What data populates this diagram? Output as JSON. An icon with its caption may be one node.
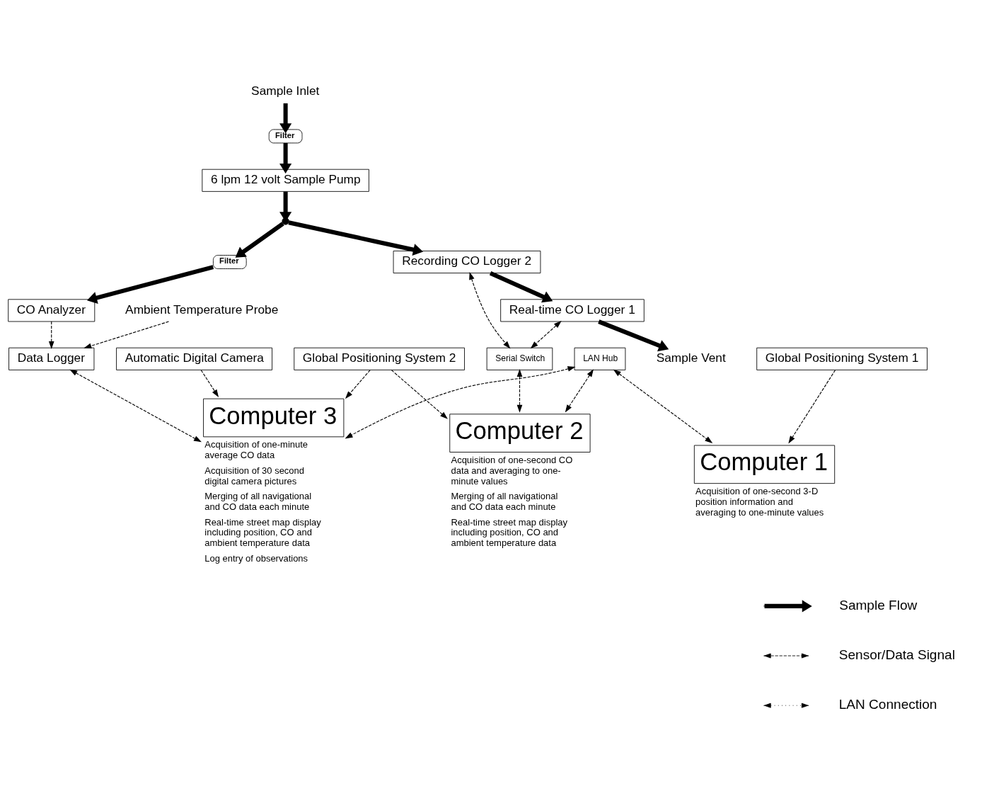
{
  "diagram": {
    "nodes": [
      {
        "text": [
          "Sample Inlet"
        ]
      },
      {
        "text": [
          "Filter"
        ]
      },
      {
        "text": [
          "6 lpm 12 volt Sample Pump"
        ]
      },
      {
        "text": [],
        "shape": "circle"
      },
      {
        "text": [
          "Filter"
        ]
      },
      {
        "text": [
          "CO Analyzer"
        ]
      },
      {
        "text": [
          "Sample Vent"
        ]
      },
      {
        "text": [
          "Real-time CO Logger 1"
        ]
      },
      {
        "text": [
          "Recording CO Logger 2"
        ]
      },
      {
        "text": [
          "Ambient Temperature Probe"
        ]
      },
      {
        "text": [
          "Global Positioning System 1"
        ]
      },
      {
        "text": [
          "Global Positioning System 2"
        ]
      },
      {
        "text": [
          "Serial Switch"
        ]
      },
      {
        "text": [
          "Automatic Digital Camera"
        ]
      },
      {
        "text": [
          "Data Logger"
        ]
      },
      {
        "text": [
          "LAN Hub"
        ]
      },
      {
        "text": [
          "Computer 1"
        ],
        "beside": [
          "Acquisition of one-second 3-D position information and averaging to one-minute values"
        ]
      },
      {
        "text": [
          "Computer 2"
        ],
        "beside": [
          "Acquisition of one-second CO data and averaging to one-minute values",
          "Merging of all navigational and CO data each minute",
          "Real-time street map display including position, CO and ambient temperature data"
        ]
      },
      {
        "text": [
          "Computer 3"
        ],
        "beside": [
          "Acquisition of one-minute average CO data",
          "Acquisition of 30 second digital camera pictures",
          "Merging of all navigational and CO data each minute",
          "Real-time street map display including position, CO and ambient temperature data",
          "Log entry of observations"
        ]
      }
    ],
    "edges": [
      {
        "from": 0,
        "to": 1,
        "arrow": "to",
        "style": "thick"
      },
      {
        "from": 1,
        "to": 2,
        "arrow": "to",
        "style": "thick"
      },
      {
        "from": 2,
        "to": 3,
        "arrow": "to",
        "style": "thick"
      },
      {
        "from": 3,
        "to": 4,
        "arrow": "to",
        "style": "thick"
      },
      {
        "from": 4,
        "to": 5,
        "arrow": "to",
        "style": "thick"
      },
      {
        "from": 3,
        "to": 8,
        "arrow": "to",
        "style": "thick"
      },
      {
        "from": 8,
        "to": 7,
        "arrow": "to",
        "style": "thick"
      },
      {
        "from": 7,
        "to": 6,
        "arrow": "to",
        "style": "thick"
      },
      {
        "from": 5,
        "to": 14,
        "arrow": "to",
        "style": "dashed"
      },
      {
        "from": 9,
        "to": 14,
        "arrow": "to",
        "style": "dashed"
      },
      {
        "from": 7,
        "to": 12,
        "arrow": "both",
        "style": "dashed"
      },
      {
        "from": 8,
        "to": 12,
        "arrow": "both",
        "style": "dashed"
      },
      {
        "from": 12,
        "to": 17,
        "arrow": "both",
        "style": "dashed"
      },
      {
        "from": 14,
        "to": 18,
        "arrow": "both",
        "style": "dashed"
      },
      {
        "from": 10,
        "to": 16,
        "arrow": "to",
        "style": "dashed"
      },
      {
        "from": 11,
        "to": 17,
        "arrow": "to",
        "style": "dashed"
      },
      {
        "from": 11,
        "to": 18,
        "arrow": "to",
        "style": "dashed"
      },
      {
        "from": 13,
        "to": 18,
        "arrow": "to",
        "style": "dashed"
      },
      {
        "from": 15,
        "to": 16,
        "arrow": "both",
        "style": "dashed"
      },
      {
        "from": 15,
        "to": 17,
        "arrow": "both",
        "style": "dashed"
      },
      {
        "from": 15,
        "to": 18,
        "arrow": "both",
        "style": "dashed"
      }
    ],
    "legend": [
      {
        "text": "Sample Flow"
      },
      {
        "text": "Sensor/Data Signal"
      },
      {
        "text": "LAN Connection"
      }
    ]
  }
}
